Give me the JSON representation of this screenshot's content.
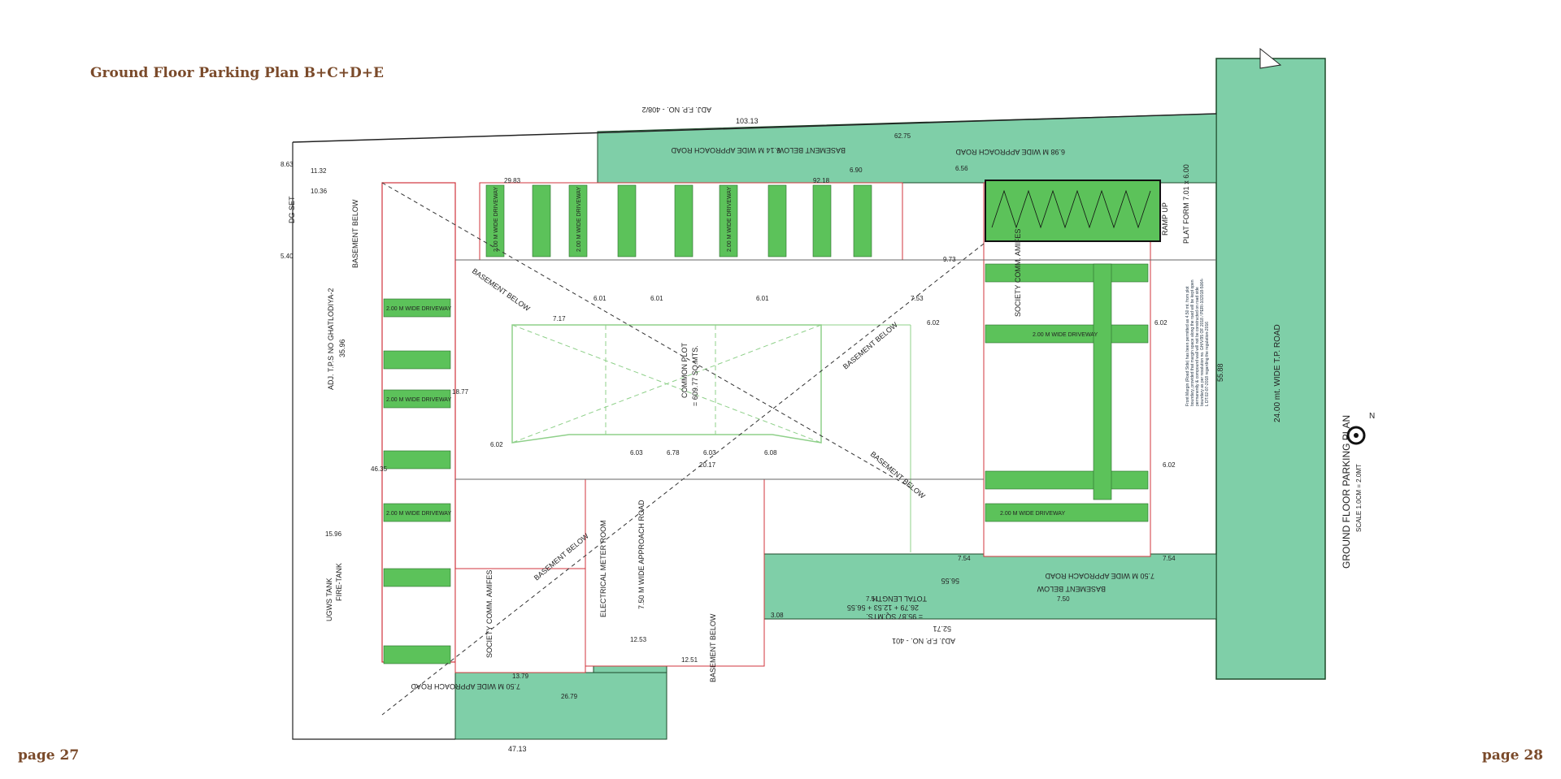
{
  "header": {
    "title": "Ground Floor Parking Plan B+C+D+E"
  },
  "footer": {
    "page_left": "page 27",
    "page_right": "page 28"
  },
  "colors": {
    "title": "#7a4a2a",
    "road_green": "#7fcfa8",
    "parking_green": "#5cc25a",
    "wall_red": "#d0343c"
  },
  "plan": {
    "caption": "GROUND FLOOR PARKING PLAN",
    "scale": "SCALE 1.0CM = 2.0MT",
    "north": "N",
    "road_east": "24.00 mt. WIDE T.P. ROAD",
    "road_east_dim": "55.88",
    "margin_note": "Front Margin (Road Side) has been permitted as 4.50 mt. from plot boundary, provided that margin space along the road will be kept open permanently & compound wall will not be constructed on road side boundary as per resolution no. GH/V/95 OF 2018 / PERI-102018-5064-L DT.02-07-2018 regarding the regulation-2016",
    "adj_north": "ADJ. F.P. NO. - 408/2",
    "north_dim": "103.13",
    "adj_south": "ADJ. F.P. NO. - 401",
    "south_dim": "52.71",
    "adj_west": "ADJ. T.P.S NO GHATLODIYA-2",
    "west_dim": "35.96",
    "road_north": "6.14 M WIDE APPROACH ROAD",
    "road_north_2": "6.98 M WIDE APPROACH ROAD",
    "road_south": "7.50 M WIDE APPROACH ROAD",
    "road_south_2": "7.50 M WIDE APPROACH ROAD",
    "road_south_vert": "7.50 M WIDE APPROACH ROAD",
    "basement_below": "BASEMENT BELOW",
    "common_plot": "COMMON PLOT",
    "common_plot_area": "= 609.77 SQ.MTS.",
    "total_length": "TOTAL LENGTH",
    "total_length_calc": "26.79 + 12.53 + 56.55",
    "total_length_area": "= 95.87 SQ.MTS.",
    "dim_5655": "56.55",
    "ramp_up": "RAMP UP",
    "platform": "PLAT FORM 7.01 x 6.00",
    "society_room": "SOCIETY COMM. AMIFES",
    "electrical_room": "ELECTRICAL METER ROOM",
    "driveway": "2.00 M WIDE DRIVEWAY",
    "fire_tank": "FIRE-TANK",
    "ug_tank": "UGWS TANK",
    "dg_set": "DG SET",
    "bottom_dim": "47.13",
    "dims": [
      "8.63",
      "11.32",
      "10.36",
      "5.40",
      "29.83",
      "92.18",
      "62.75",
      "6.90",
      "6.56",
      "9.73",
      "6.01",
      "6.01",
      "6.01",
      "7.53",
      "7.17",
      "6.03",
      "6.78",
      "6.03",
      "20.17",
      "6.08",
      "6.02",
      "18.77",
      "46.35",
      "12.53",
      "12.51",
      "26.79",
      "13.79",
      "7.51",
      "7.50",
      "3.08",
      "15.96",
      "6.02",
      "6.02",
      "6.02",
      "7.54",
      "7.54"
    ]
  }
}
